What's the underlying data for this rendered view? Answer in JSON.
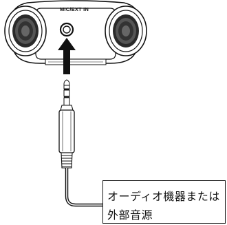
{
  "device": {
    "jack_label": "MIC/EXT IN"
  },
  "callout": {
    "line1": "オーディオ機器または",
    "line2": "外部音源"
  },
  "arrow": {
    "direction": "up"
  },
  "icons": [
    "recorder-icon",
    "microphone-capsule-icon",
    "stereo-mini-plug-icon",
    "arrow-up-icon",
    "cable-icon"
  ]
}
